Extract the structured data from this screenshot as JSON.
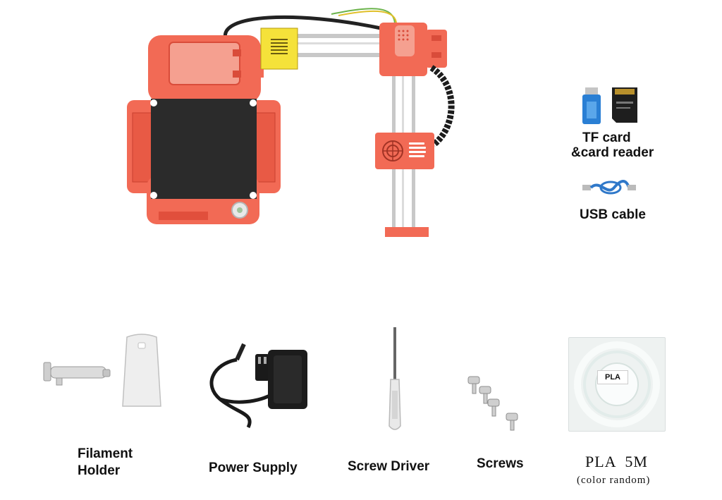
{
  "labels": {
    "tf_card_line1": "TF card",
    "tf_card_line2": "&card reader",
    "usb_cable": "USB cable",
    "filament_holder_line1": "Filament",
    "filament_holder_line2": "Holder",
    "power_supply": "Power Supply",
    "screw_driver": "Screw Driver",
    "screws": "Screws",
    "pla_main": "PLA  5M",
    "pla_sub": "(color random)",
    "pla_bag_tag": "PLA"
  },
  "colors": {
    "printer_body": "#f26a55",
    "printer_body_dark": "#d94c3a",
    "bed": "#2b2b2b",
    "extruder_box": "#f5e23a",
    "rail": "#bdbdbd",
    "sd_reader": "#2a7fd4",
    "usb_cable": "#2f78c9"
  }
}
